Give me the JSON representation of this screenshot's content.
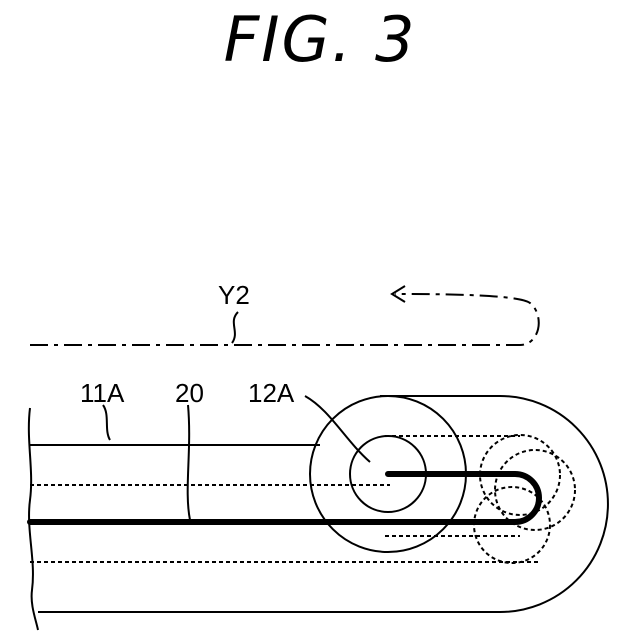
{
  "figure": {
    "title": "FIG. 3",
    "labels": {
      "y2": "Y2",
      "l11a": "11A",
      "l20": "20",
      "l12a": "12A"
    }
  }
}
